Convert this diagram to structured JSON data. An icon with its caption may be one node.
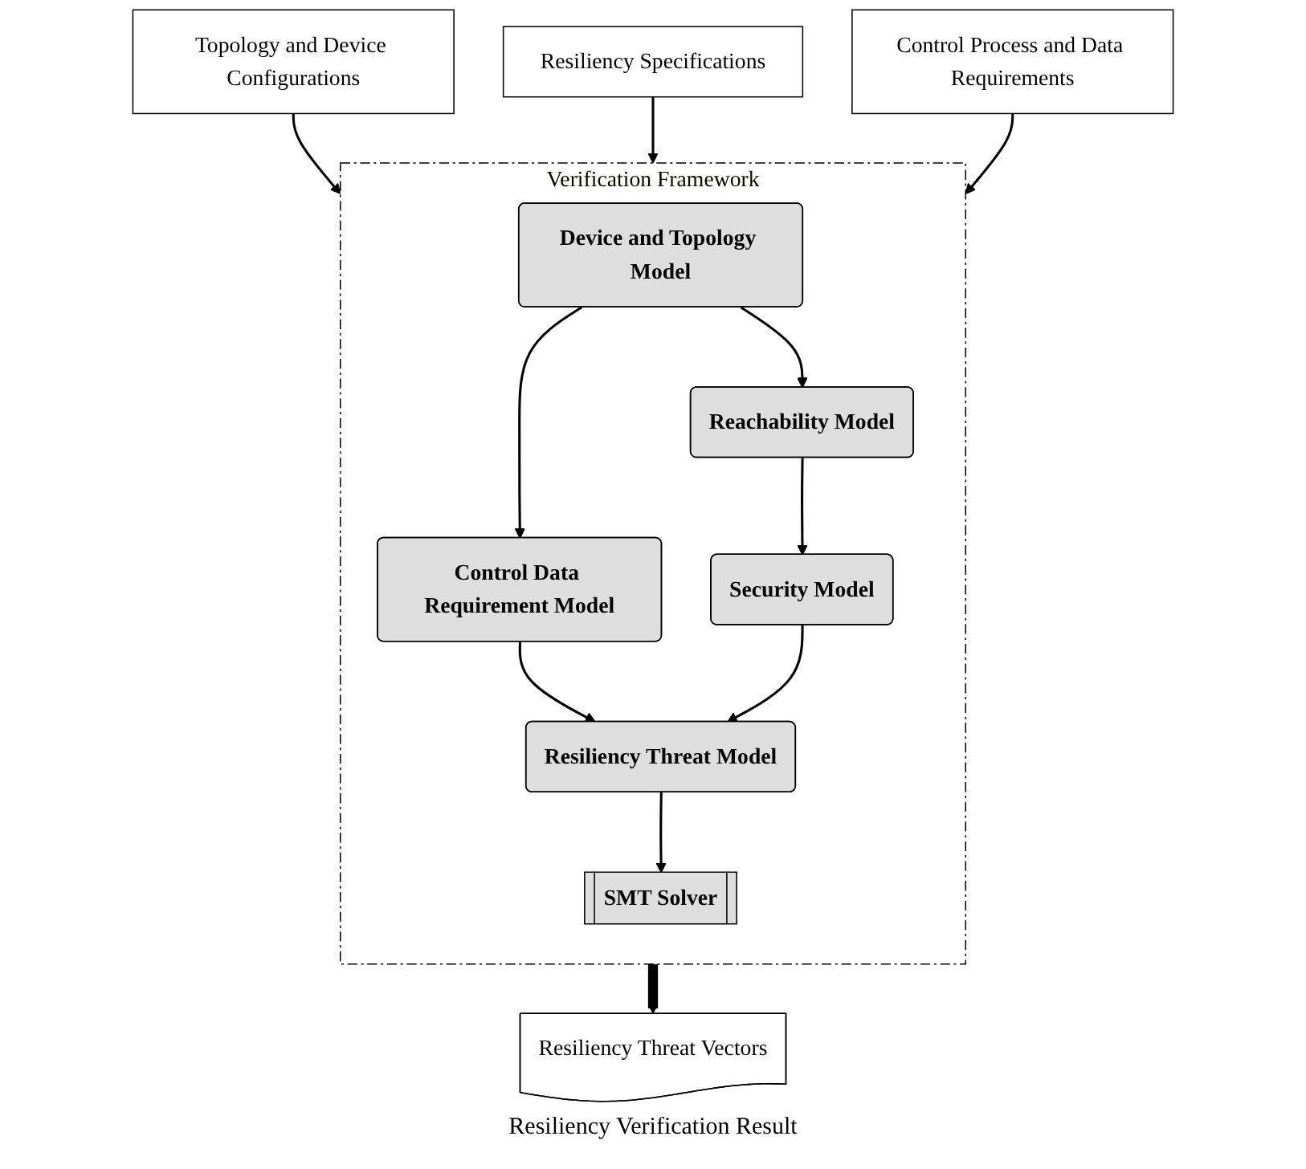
{
  "diagram": {
    "nodes": [
      {
        "text": [
          "Topology and Device Configurations"
        ]
      },
      {
        "text": [
          "Resiliency Specifications"
        ]
      },
      {
        "text": [
          "Control Process and Data Requirements"
        ]
      },
      {
        "text": [
          "Verification Framework"
        ]
      },
      {
        "text": [
          "Device and Topology Model"
        ],
        "in": 3
      },
      {
        "text": [
          "Reachability Model"
        ],
        "in": 3
      },
      {
        "text": [
          "Control Data Requirement Model"
        ],
        "in": 3
      },
      {
        "text": [
          "Security Model"
        ],
        "in": 3
      },
      {
        "text": [
          "Resiliency Threat Model"
        ],
        "in": 3
      },
      {
        "text": [
          "SMT Solver"
        ],
        "in": 3
      },
      {
        "text": [
          "Resiliency Threat Vectors"
        ],
        "beside": [
          "Resiliency Verification Result"
        ]
      }
    ],
    "edges": [
      {
        "from": 0,
        "to": 3,
        "arrow": "to"
      },
      {
        "from": 1,
        "to": 3,
        "arrow": "to"
      },
      {
        "from": 2,
        "to": 3,
        "arrow": "to"
      },
      {
        "from": 4,
        "to": 5,
        "arrow": "to"
      },
      {
        "from": 4,
        "to": 6,
        "arrow": "to"
      },
      {
        "from": 5,
        "to": 7,
        "arrow": "to"
      },
      {
        "from": 6,
        "to": 8,
        "arrow": "to"
      },
      {
        "from": 7,
        "to": 8,
        "arrow": "to"
      },
      {
        "from": 8,
        "to": 9,
        "arrow": "to"
      },
      {
        "from": 3,
        "to": 10,
        "arrow": "to",
        "style": "thick"
      }
    ]
  }
}
